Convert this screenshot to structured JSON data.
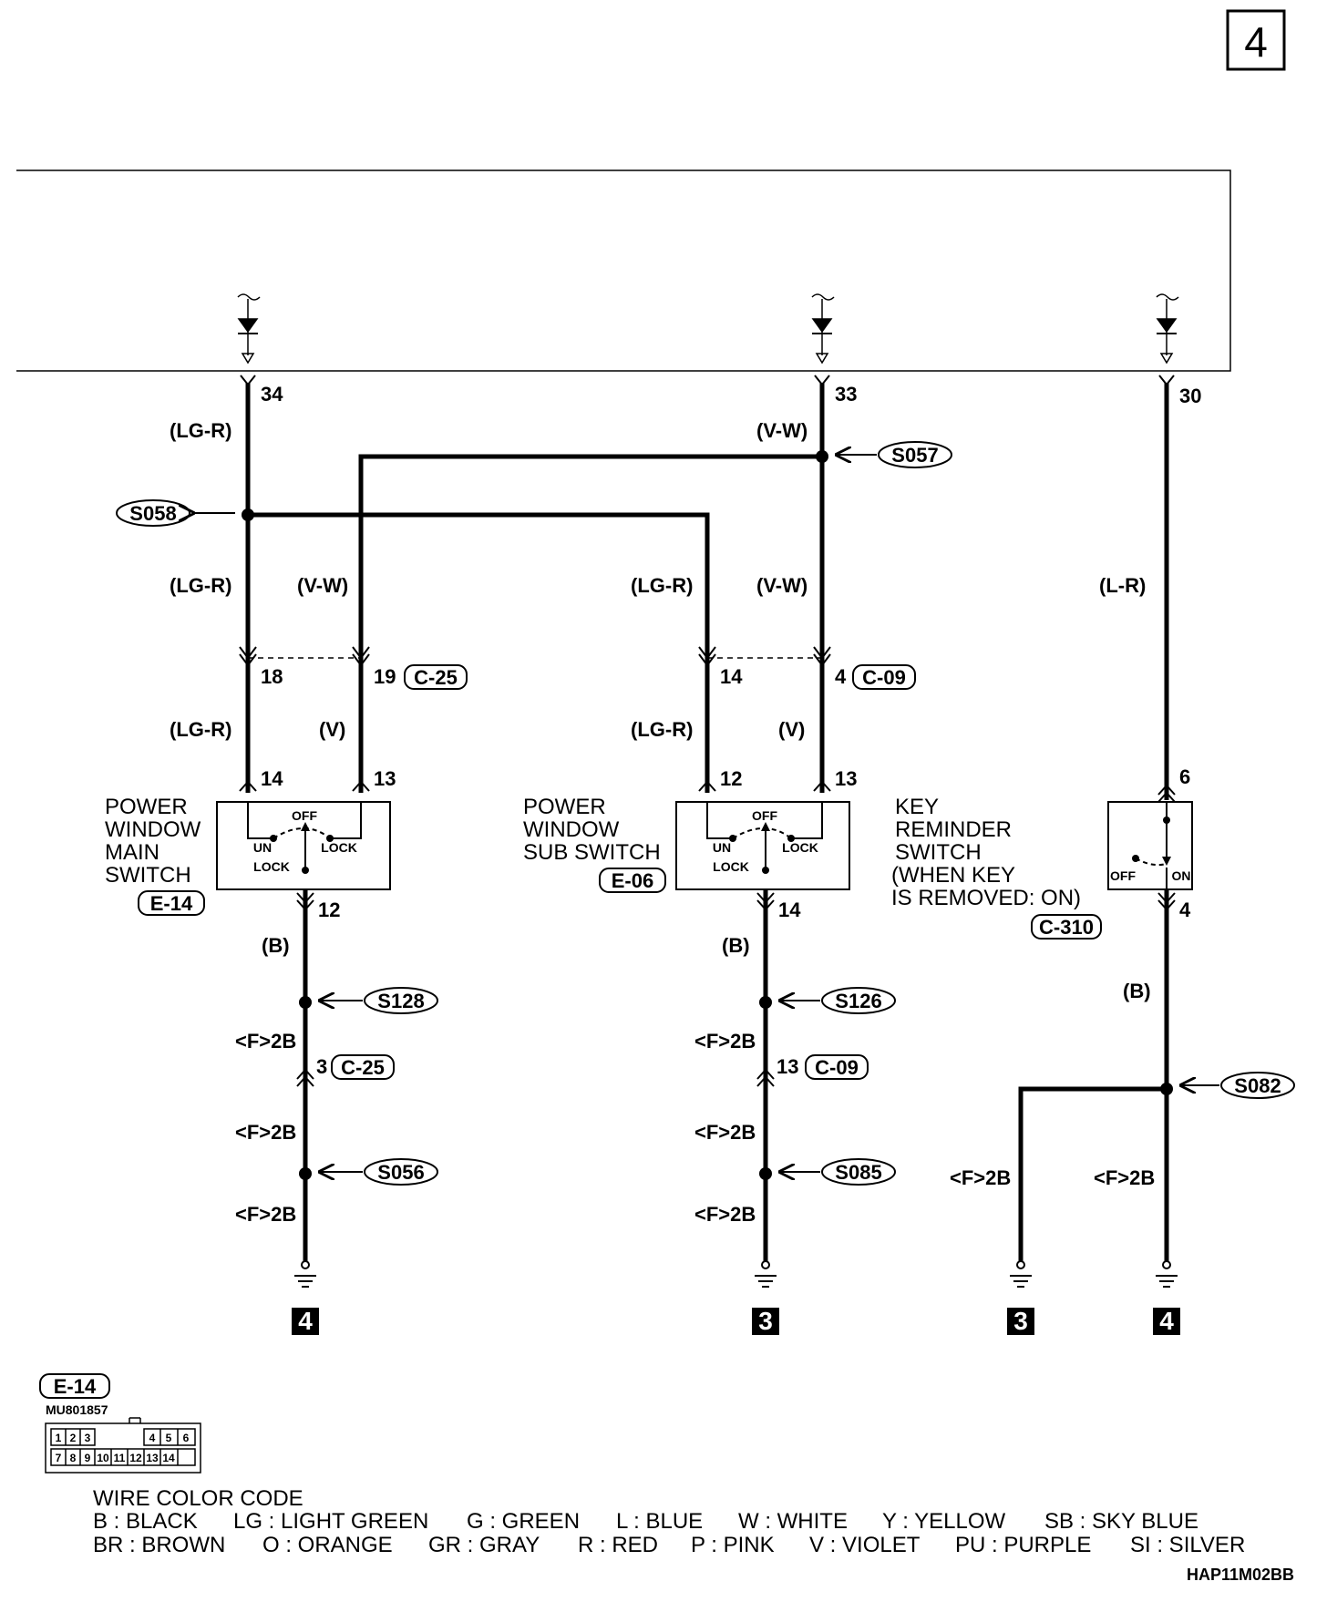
{
  "page_number": "4",
  "terminals": {
    "t34": "34",
    "t33": "33",
    "t30": "30"
  },
  "wires": {
    "lg_r": "(LG-R)",
    "v_w": "(V-W)",
    "v": "(V)",
    "l_r": "(L-R)",
    "b": "(B)",
    "f2b": "<F>2B"
  },
  "splices": {
    "s058": "S058",
    "s057": "S057",
    "s128": "S128",
    "s126": "S126",
    "s056": "S056",
    "s085": "S085",
    "s082": "S082"
  },
  "connectors": {
    "c25": "C-25",
    "c09": "C-09",
    "e14": "E-14",
    "e06": "E-06",
    "c310": "C-310",
    "pin18": "18",
    "pin19": "19",
    "pin14a": "14",
    "pin4a": "4",
    "pin14b": "14",
    "pin13a": "13",
    "pin12a": "12",
    "pin13b": "13",
    "pin12b": "12",
    "pin14c": "14",
    "pin6": "6",
    "pin4b": "4",
    "pin3": "3",
    "pin13c": "13"
  },
  "main_switch": {
    "name": [
      "POWER",
      "WINDOW",
      "MAIN",
      "SWITCH"
    ],
    "off": "OFF",
    "un": "UN",
    "lock1": "LOCK",
    "lock2": "LOCK"
  },
  "sub_switch": {
    "name": [
      "POWER",
      "WINDOW",
      "SUB SWITCH"
    ],
    "off": "OFF",
    "un": "UN",
    "lock1": "LOCK",
    "lock2": "LOCK"
  },
  "key_switch": {
    "name": [
      "KEY",
      "REMINDER",
      "SWITCH",
      "(WHEN KEY",
      "IS REMOVED: ON)"
    ],
    "off": "OFF",
    "on": "ON"
  },
  "grounds": {
    "g1": "4",
    "g2": "3",
    "g3": "3",
    "g4": "4"
  },
  "connector_diagram": {
    "label": "E-14",
    "part_no": "MU801857",
    "pins_top": [
      "1",
      "2",
      "3",
      "4",
      "5",
      "6"
    ],
    "pins_bottom": [
      "7",
      "8",
      "9",
      "10",
      "11",
      "12",
      "13",
      "14"
    ]
  },
  "wire_color_code": {
    "title": "WIRE COLOR CODE",
    "row1": [
      "B : BLACK",
      "LG : LIGHT GREEN",
      "G : GREEN",
      "L : BLUE",
      "W : WHITE",
      "Y : YELLOW",
      "SB : SKY BLUE"
    ],
    "row2": [
      "BR : BROWN",
      "O : ORANGE",
      "GR : GRAY",
      "R : RED",
      "P : PINK",
      "V : VIOLET",
      "PU : PURPLE",
      "SI : SILVER"
    ]
  },
  "drawing_code": "HAP11M02BB"
}
